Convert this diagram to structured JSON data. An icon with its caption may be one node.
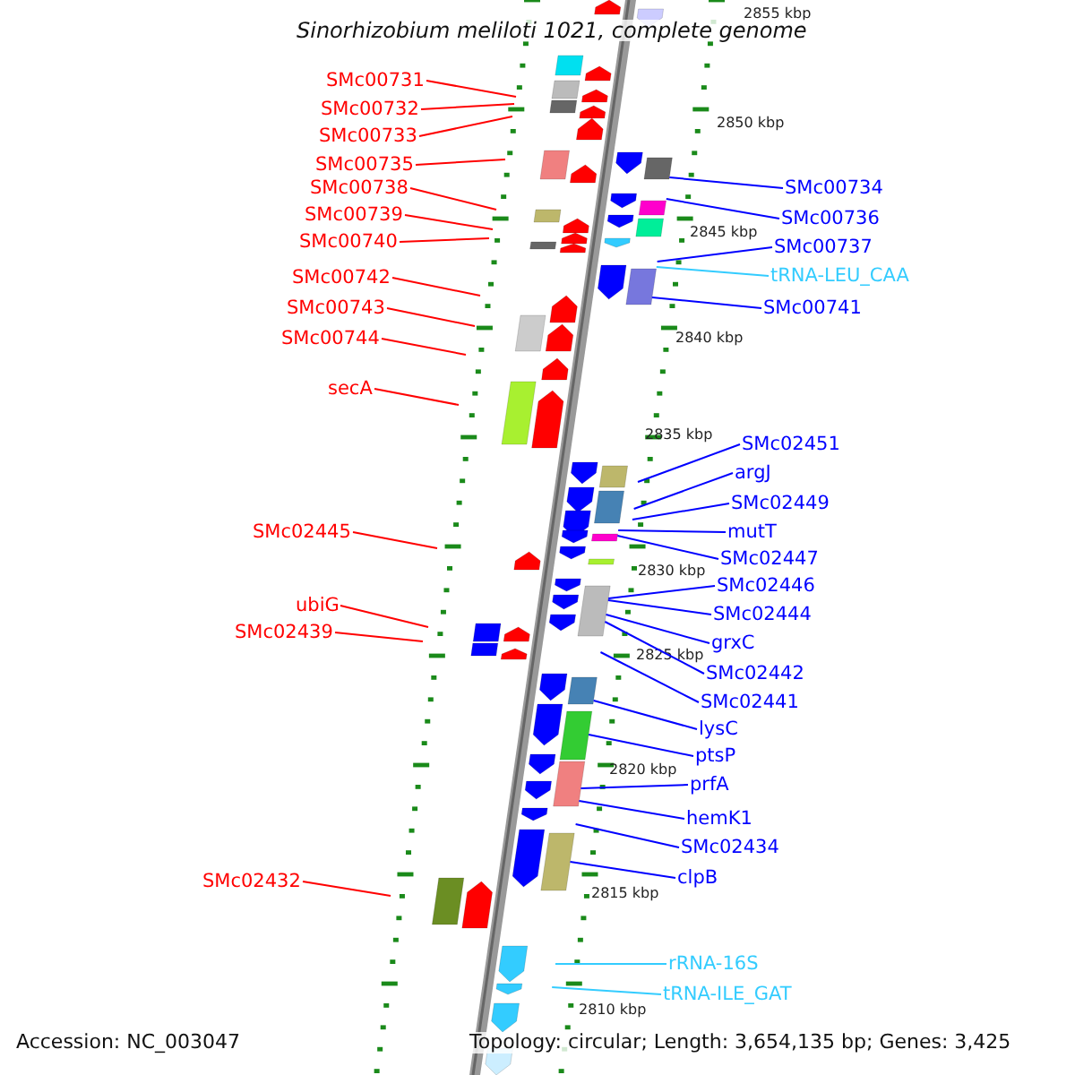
{
  "diagram": {
    "title": "Sinorhizobium meliloti 1021, complete genome",
    "nodes": [
      {
        "text": [
          "SMc00731"
        ]
      },
      {
        "text": [
          "SMc00732"
        ]
      },
      {
        "text": [
          "SMc00733"
        ]
      },
      {
        "text": [
          "SMc00735"
        ]
      },
      {
        "text": [
          "SMc00738"
        ]
      },
      {
        "text": [
          "SMc00739"
        ]
      },
      {
        "text": [
          "SMc00740"
        ]
      },
      {
        "text": [
          "SMc00742"
        ]
      },
      {
        "text": [
          "SMc00743"
        ]
      },
      {
        "text": [
          "SMc00744"
        ]
      },
      {
        "text": [
          "secA"
        ]
      },
      {
        "text": [
          "SMc02445"
        ]
      },
      {
        "text": [
          "ubiG"
        ]
      },
      {
        "text": [
          "SMc02439"
        ]
      },
      {
        "text": [
          "SMc02432"
        ]
      },
      {
        "text": [
          "SMc00734"
        ]
      },
      {
        "text": [
          "SMc00736"
        ]
      },
      {
        "text": [
          "SMc00737"
        ]
      },
      {
        "text": [
          "tRNA-LEU_CAA"
        ]
      },
      {
        "text": [
          "SMc00741"
        ]
      },
      {
        "text": [
          "SMc02451"
        ]
      },
      {
        "text": [
          "argJ"
        ]
      },
      {
        "text": [
          "SMc02449"
        ]
      },
      {
        "text": [
          "mutT"
        ]
      },
      {
        "text": [
          "SMc02447"
        ]
      },
      {
        "text": [
          "SMc02446"
        ]
      },
      {
        "text": [
          "SMc02444"
        ]
      },
      {
        "text": [
          "grxC"
        ]
      },
      {
        "text": [
          "SMc02442"
        ]
      },
      {
        "text": [
          "SMc02441"
        ]
      },
      {
        "text": [
          "lysC"
        ]
      },
      {
        "text": [
          "ptsP"
        ]
      },
      {
        "text": [
          "prfA"
        ]
      },
      {
        "text": [
          "hemK1"
        ]
      },
      {
        "text": [
          "SMc02434"
        ]
      },
      {
        "text": [
          "clpB"
        ]
      },
      {
        "text": [
          "rRNA-16S"
        ]
      },
      {
        "text": [
          "tRNA-ILE_GAT"
        ]
      }
    ],
    "edges": [
      {
        "from": 0,
        "to": null,
        "arrow": "none",
        "color": "#ff0000"
      },
      {
        "from": 1,
        "to": null,
        "arrow": "none",
        "color": "#ff0000"
      },
      {
        "from": 2,
        "to": null,
        "arrow": "none",
        "color": "#ff0000"
      },
      {
        "from": 3,
        "to": null,
        "arrow": "none",
        "color": "#ff0000"
      },
      {
        "from": 4,
        "to": null,
        "arrow": "none",
        "color": "#ff0000"
      },
      {
        "from": 5,
        "to": null,
        "arrow": "none",
        "color": "#ff0000"
      },
      {
        "from": 6,
        "to": null,
        "arrow": "none",
        "color": "#ff0000"
      },
      {
        "from": 7,
        "to": null,
        "arrow": "none",
        "color": "#ff0000"
      },
      {
        "from": 8,
        "to": null,
        "arrow": "none",
        "color": "#ff0000"
      },
      {
        "from": 9,
        "to": null,
        "arrow": "none",
        "color": "#ff0000"
      },
      {
        "from": 10,
        "to": null,
        "arrow": "none",
        "color": "#ff0000"
      },
      {
        "from": 11,
        "to": null,
        "arrow": "none",
        "color": "#ff0000"
      },
      {
        "from": 12,
        "to": null,
        "arrow": "none",
        "color": "#ff0000"
      },
      {
        "from": 13,
        "to": null,
        "arrow": "none",
        "color": "#ff0000"
      },
      {
        "from": 14,
        "to": null,
        "arrow": "none",
        "color": "#ff0000"
      },
      {
        "from": 15,
        "to": null,
        "arrow": "none"
      },
      {
        "from": 16,
        "to": null,
        "arrow": "none"
      },
      {
        "from": 17,
        "to": null,
        "arrow": "none"
      },
      {
        "from": 18,
        "to": null,
        "arrow": "none",
        "color": "#33ccff"
      },
      {
        "from": 19,
        "to": null,
        "arrow": "none"
      },
      {
        "from": 20,
        "to": null,
        "arrow": "none"
      },
      {
        "from": 21,
        "to": null,
        "arrow": "none"
      },
      {
        "from": 22,
        "to": null,
        "arrow": "none"
      },
      {
        "from": 23,
        "to": null,
        "arrow": "none"
      },
      {
        "from": 24,
        "to": null,
        "arrow": "none"
      },
      {
        "from": 25,
        "to": null,
        "arrow": "none"
      },
      {
        "from": 26,
        "to": null,
        "arrow": "none"
      },
      {
        "from": 27,
        "to": null,
        "arrow": "none"
      },
      {
        "from": 28,
        "to": null,
        "arrow": "none"
      },
      {
        "from": 29,
        "to": null,
        "arrow": "none"
      },
      {
        "from": 30,
        "to": null,
        "arrow": "none"
      },
      {
        "from": 31,
        "to": null,
        "arrow": "none"
      },
      {
        "from": 32,
        "to": null,
        "arrow": "none"
      },
      {
        "from": 33,
        "to": null,
        "arrow": "none"
      },
      {
        "from": 34,
        "to": null,
        "arrow": "none"
      },
      {
        "from": 35,
        "to": null,
        "arrow": "none"
      },
      {
        "from": 36,
        "to": null,
        "arrow": "none",
        "color": "#33ccff"
      },
      {
        "from": 37,
        "to": null,
        "arrow": "none",
        "color": "#33ccff"
      }
    ],
    "labels": [
      "2855 kbp",
      "2850 kbp",
      "2845 kbp",
      "2840 kbp",
      "2835 kbp",
      "2830 kbp",
      "2825 kbp",
      "2820 kbp",
      "2815 kbp",
      "2810 kbp",
      "Accession: NC_003047",
      "Topology: circular; Length: 3,654,135 bp; Genes: 3,425"
    ]
  }
}
